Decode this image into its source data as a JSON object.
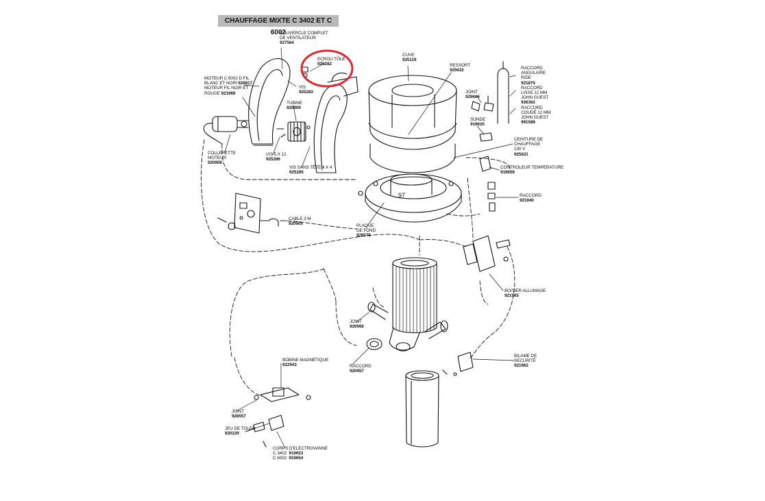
{
  "title": "CHAUFFAGE MIXTE C 3402 ET C 6002",
  "highlight_color": "#e0252b",
  "plate_number": "97",
  "parts": {
    "couvercle": {
      "name": [
        "COUVERCLE COMPLET",
        "DE VENTILATEUR"
      ],
      "ref": "927564"
    },
    "ecrou": {
      "name": [
        "ECROU TÔLE"
      ],
      "ref": "925282"
    },
    "vis_925283": {
      "name": [
        "VIS"
      ],
      "ref": "925283"
    },
    "moteur": {
      "name": [
        "MOTEUR C 6002 D FIL",
        "BLANC ET NOIR"
      ],
      "ref": "926917",
      "name2": [
        "MOTEUR FIL NOIR ET",
        "ROUGE"
      ],
      "ref2": "921968"
    },
    "turbine": {
      "name": [
        "TUBINE"
      ],
      "ref": "920909"
    },
    "collerette": {
      "name": [
        "COLLERETTE",
        "MOTEUR"
      ],
      "ref": "920908"
    },
    "vis_5x12": {
      "name": [
        "VIS 5 x 12"
      ],
      "ref": "925286"
    },
    "vis_sans_tete": {
      "name": [
        "VIS SANS TÊTE 4 x 4"
      ],
      "ref": "925285"
    },
    "cuve": {
      "name": [
        "CUVE"
      ],
      "ref": "925119"
    },
    "ressort": {
      "name": [
        "RESSORT"
      ],
      "ref": "925622"
    },
    "joint_929666": {
      "name": [
        "JOINT"
      ],
      "ref": "929666"
    },
    "sonde": {
      "name": [
        "SONDE"
      ],
      "ref": "919620"
    },
    "raccord_angulaire": {
      "name": [
        "RACCORD",
        "ANGULAIRE",
        "RIDE"
      ],
      "ref": "921870"
    },
    "raccord_lisse": {
      "name": [
        "RACCORD",
        "LISSE 12 MM",
        "JOHN GUEST"
      ],
      "ref": "926362"
    },
    "raccord_coude": {
      "name": [
        "RACCORD",
        "COUDÉ 12 MM",
        "JOHN GUEST"
      ],
      "ref": "991588"
    },
    "ceinture": {
      "name": [
        "CEINTURE DE",
        "CHAUFFAGE",
        "230 V"
      ],
      "ref": "925621"
    },
    "controleur": {
      "name": [
        "CONTROLEUR TEMPERATURE"
      ],
      "ref": "919659"
    },
    "raccord_921840": {
      "name": [
        "RACCORD"
      ],
      "ref": "921840"
    },
    "cable": {
      "name": [
        "CABLE 3 M"
      ],
      "ref": "920905"
    },
    "plaque": {
      "name": [
        "PLAQUE",
        "DE FOND"
      ],
      "ref": "928576"
    },
    "boitier": {
      "name": [
        "BOITIER ALLUMAGE"
      ],
      "ref": "921965"
    },
    "joint_920066": {
      "name": [
        "JOINT"
      ],
      "ref": "920066"
    },
    "raccord_920957": {
      "name": [
        "RACCORD"
      ],
      "ref": "920957"
    },
    "bilame": {
      "name": [
        "BILAME DE",
        "SECURITÉ"
      ],
      "ref": "921962"
    },
    "bobine": {
      "name": [
        "BOBINE MAGNÉTIQUE"
      ],
      "ref": "922943"
    },
    "joint_928557": {
      "name": [
        "JOINT"
      ],
      "ref": "928557"
    },
    "jeu_toles": {
      "name": [
        "JEU DE TOLES"
      ],
      "ref": "920229"
    },
    "corps": {
      "name": [
        "CORPS D'ELECTROVANNE"
      ],
      "lines": [
        {
          "model": "C 3402",
          "ref": "919653"
        },
        {
          "model": "C 6002",
          "ref": "919654"
        }
      ]
    }
  }
}
